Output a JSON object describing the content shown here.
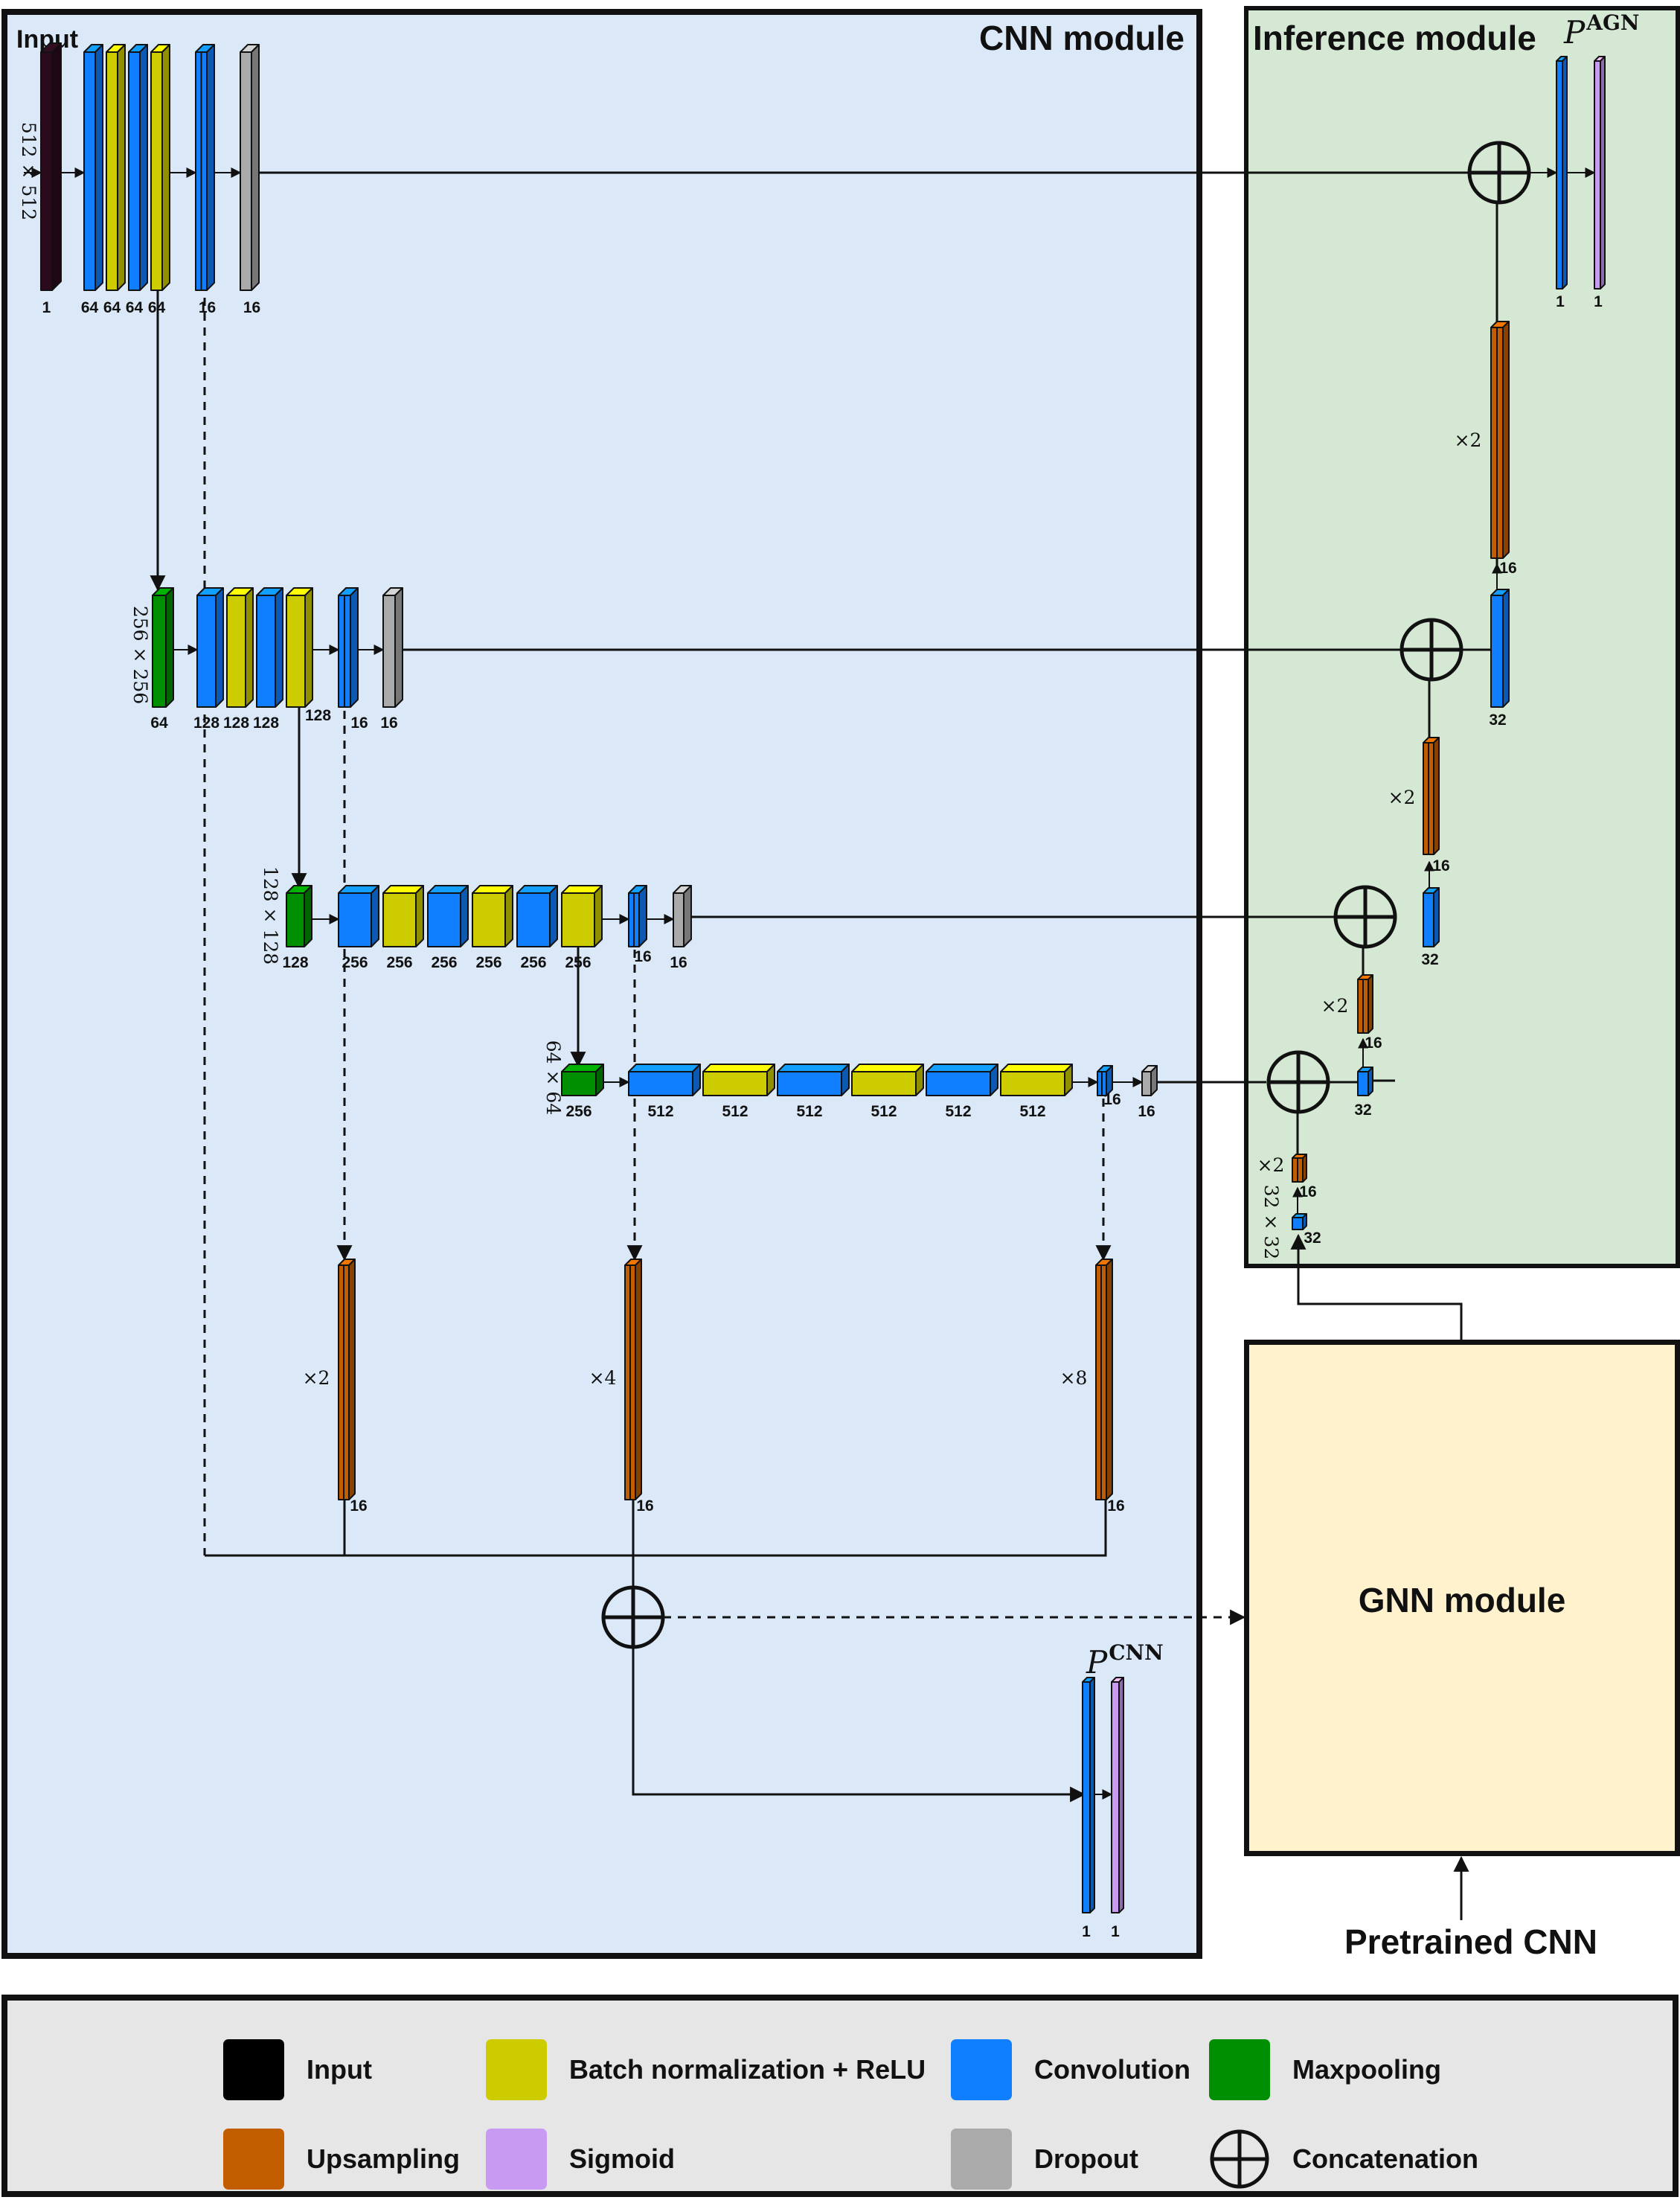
{
  "panels": {
    "cnn": {
      "title": "CNN module",
      "input_label": "Input"
    },
    "inference": {
      "title": "Inference module",
      "p_symbol": "P",
      "p_sup": "AGN"
    },
    "gnn": {
      "title": "GNN module"
    },
    "pretrained": "Pretrained CNN",
    "cnn_output": {
      "p_symbol": "P",
      "p_sup": "CNN"
    }
  },
  "colors": {
    "input": "#2a0a1c",
    "bn_relu": "#cccc00",
    "convolution": "#0f7fff",
    "maxpooling": "#008f00",
    "upsampling": "#c25e00",
    "sigmoid": "#c99af2",
    "dropout": "#aaaaaa"
  },
  "resolution_labels": {
    "r512": "512 × 512",
    "r256": "256 × 256",
    "r128": "128 × 128",
    "r64": "64 × 64",
    "r32": "32 × 32"
  },
  "blocks": {
    "row1": [
      "1",
      "64",
      "64",
      "64",
      "64",
      "16",
      "16"
    ],
    "row2": [
      "64",
      "128",
      "128",
      "128",
      "128",
      "16",
      "16"
    ],
    "row3": [
      "128",
      "256",
      "256",
      "256",
      "256",
      "256",
      "256",
      "16",
      "16"
    ],
    "row4": [
      "256",
      "512",
      "512",
      "512",
      "512",
      "512",
      "512",
      "16",
      "16"
    ],
    "upsample_cnn": [
      "16",
      "16",
      "16"
    ],
    "upsample_cnn_factor": [
      "×2",
      "×4",
      "×8"
    ],
    "cnn_out": [
      "1",
      "1"
    ],
    "inf_right": [
      "1",
      "1"
    ],
    "inf_stack": [
      "32",
      "32",
      "32",
      "32",
      "16",
      "16",
      "16",
      "16"
    ],
    "inf_factor": [
      "×2",
      "×2",
      "×2",
      "×2"
    ]
  },
  "legend": [
    {
      "key": "input",
      "label": "Input"
    },
    {
      "key": "bn_relu",
      "label": "Batch normalization + ReLU"
    },
    {
      "key": "convolution",
      "label": "Convolution"
    },
    {
      "key": "maxpooling",
      "label": "Maxpooling"
    },
    {
      "key": "upsampling",
      "label": "Upsampling"
    },
    {
      "key": "sigmoid",
      "label": "Sigmoid"
    },
    {
      "key": "dropout",
      "label": "Dropout"
    },
    {
      "key": "concatenation",
      "label": "Concatenation"
    }
  ]
}
